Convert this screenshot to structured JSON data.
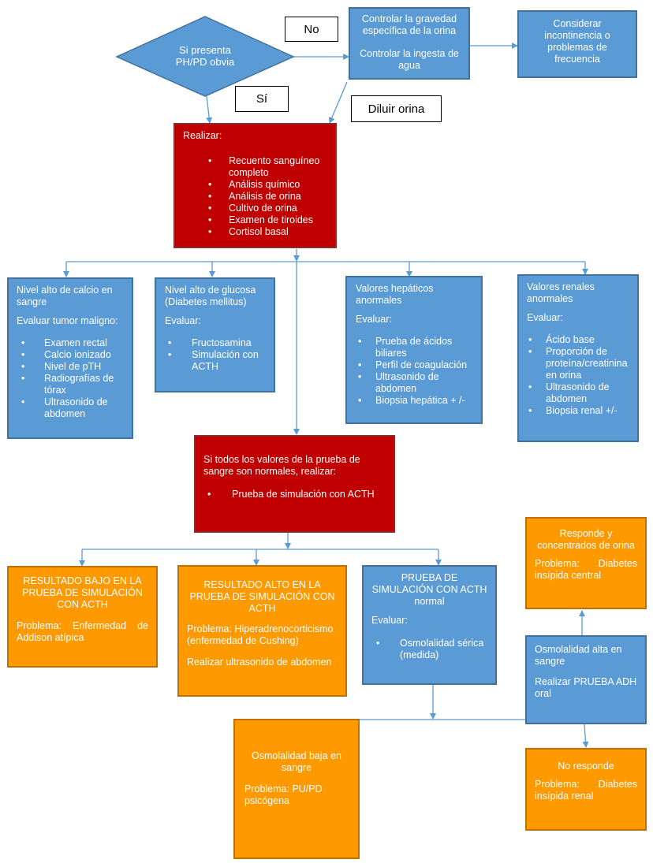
{
  "decision": {
    "line1": "Si presenta",
    "line2": "PH/PD obvia"
  },
  "labels": {
    "no": "No",
    "si": "Sí",
    "diluir": "Diluir orina"
  },
  "controlar": {
    "line1": "Controlar la gravedad específica de la orina",
    "line2": "Controlar la ingesta de agua"
  },
  "considerar": {
    "text": "Considerar incontinencia o problemas de frecuencia"
  },
  "realizar": {
    "title": "Realizar:",
    "items": [
      "Recuento sanguíneo completo",
      "Análisis químico",
      "Análisis de orina",
      "Cultivo de orina",
      "Examen de tiroides",
      "Cortisol basal"
    ]
  },
  "calcio": {
    "title": "Nivel alto de calcio en sangre",
    "subtitle": "Evaluar tumor maligno:",
    "items": [
      "Examen rectal",
      "Calcio ionizado",
      "Nivel de pTH",
      "Radiografías de tórax",
      "Ultrasonido de abdomen"
    ]
  },
  "glucosa": {
    "title": "Nivel alto de glucosa (Diabetes mellitus)",
    "subtitle": "Evaluar:",
    "items": [
      "Fructosamina",
      "Simulación con ACTH"
    ]
  },
  "hepaticos": {
    "title": "Valores hepáticos anormales",
    "subtitle": "Evaluar:",
    "items": [
      "Prueba de ácidos biliares",
      "Perfil de coagulación",
      "Ultrasonido de abdomen",
      "Biopsia hepática + /-"
    ]
  },
  "renales": {
    "title": "Valores renales anormales",
    "subtitle": "Evaluar:",
    "items": [
      "Ácido base",
      "Proporción de proteína/creatinina en orina",
      "Ultrasonido de abdomen",
      "Biopsia renal +/-"
    ]
  },
  "normales": {
    "title": "Si todos los valores de la prueba de sangre son normales, realizar:",
    "items": [
      "Prueba de simulación con ACTH"
    ]
  },
  "bajo": {
    "title": "RESULTADO BAJO EN LA PRUEBA DE SIMULACIÓN CON ACTH",
    "problem": "Problema: Enfermedad de Addison atípica"
  },
  "alto": {
    "title": "RESULTADO ALTO EN LA PRUEBA DE SIMULACIÓN CON ACTH",
    "problem": "Problema: Hiperadrenocorticismo (enfermedad de Cushing)",
    "action": "Realizar ultrasonido de abdomen"
  },
  "acth_normal": {
    "title": "PRUEBA DE SIMULACIÓN CON ACTH normal",
    "subtitle": "Evaluar:",
    "items": [
      "Osmolalidad sérica (medida)"
    ]
  },
  "responde": {
    "title": "Responde y concentrados de orina",
    "problem": "Problema: Diabetes insípida central"
  },
  "osm_alta": {
    "title": "Osmolalidad alta en sangre",
    "action": "Realizar PRUEBA ADH oral"
  },
  "osm_baja": {
    "title": "Osmolalidad baja en sangre",
    "problem": "Problema: PU/PD psicógena"
  },
  "no_responde": {
    "title": "No responde",
    "problem": "Problema: Diabetes insípida renal"
  }
}
